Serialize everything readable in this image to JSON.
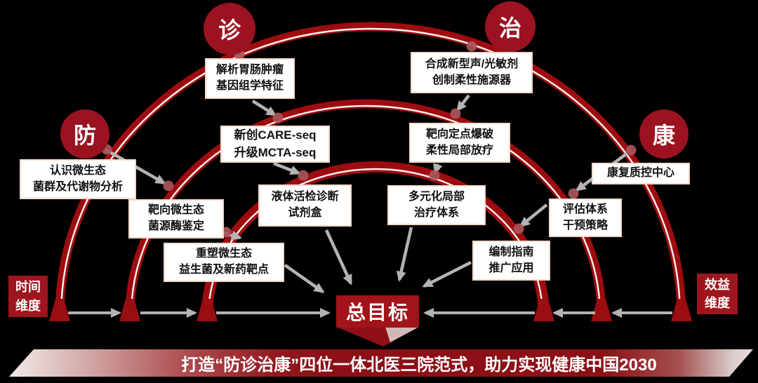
{
  "phases": {
    "fang": {
      "label": "防"
    },
    "zhen": {
      "label": "诊"
    },
    "zhi": {
      "label": "治"
    },
    "kang": {
      "label": "康"
    }
  },
  "boxes": {
    "jiexi": {
      "line1": "解析胃肠肿瘤",
      "line2": "基因组学特征"
    },
    "hecheng": {
      "line1": "合成新型声/光敏剂",
      "line2": "创制柔性施源器"
    },
    "xinchuang": {
      "line1": "新创CARE-seq",
      "line2": "升级MCTA-seq"
    },
    "badingdian": {
      "line1": "靶向定点爆破",
      "line2": "柔性局部放疗"
    },
    "renshi": {
      "line1": "认识微生态",
      "line2": "菌群及代谢物分析"
    },
    "kangfu": {
      "line1": "康复质控中心"
    },
    "baxiangwei": {
      "line1": "靶向微生态",
      "line2": "菌源酶鉴定"
    },
    "yeti": {
      "line1": "液体活检诊断",
      "line2": "试剂盒"
    },
    "duoyuan": {
      "line1": "多元化局部",
      "line2": "治疗体系"
    },
    "pinggu": {
      "line1": "评估体系",
      "line2": "干预策略"
    },
    "chongsu": {
      "line1": "重塑微生态",
      "line2": "益生菌及新药靶点"
    },
    "bianzhi": {
      "line1": "编制指南",
      "line2": "推广应用"
    }
  },
  "axes": {
    "time": {
      "line1": "时间",
      "line2": "维度"
    },
    "benefit": {
      "line1": "效益",
      "line2": "维度"
    }
  },
  "goal": {
    "label": "总目标"
  },
  "banner": {
    "text": "打造“防诊治康”四位一体北医三院范式，助力实现健康中国2030"
  },
  "colors": {
    "arc_red": "#9e0c10",
    "node_red": "#9b1220",
    "goal_red": "#a2131a",
    "banner_red": "#8c1016",
    "arrow_gray": "#b3b3b3",
    "box_border": "#f6d9c8"
  }
}
